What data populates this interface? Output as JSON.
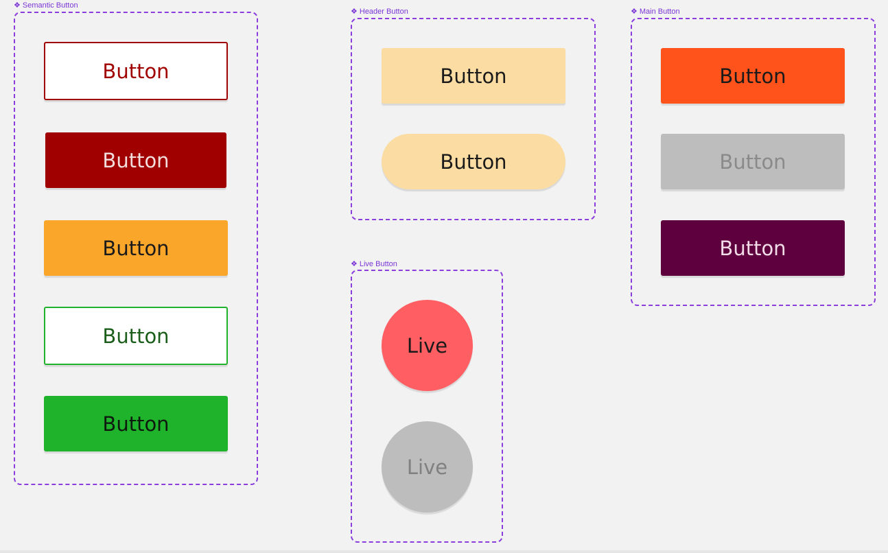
{
  "frames": {
    "semantic": {
      "label": "Semantic Button",
      "glyph": "❖"
    },
    "header": {
      "label": "Header Button",
      "glyph": "❖"
    },
    "main": {
      "label": "Main Button",
      "glyph": "❖"
    },
    "live": {
      "label": "Live Button",
      "glyph": "❖"
    }
  },
  "semantic_buttons": [
    {
      "label": "Button",
      "variant": "danger-outline",
      "bg": "#ffffff",
      "fg": "#a00000",
      "border": "#a00000"
    },
    {
      "label": "Button",
      "variant": "danger-filled",
      "bg": "#a00000",
      "fg": "#f3dede"
    },
    {
      "label": "Button",
      "variant": "warning-filled",
      "bg": "#f9a62b",
      "fg": "#1a1a1a"
    },
    {
      "label": "Button",
      "variant": "success-outline",
      "bg": "#ffffff",
      "fg": "#1b5e1b",
      "border": "#1fb32b"
    },
    {
      "label": "Button",
      "variant": "success-filled",
      "bg": "#1fb32b",
      "fg": "#0f1a0f"
    }
  ],
  "header_buttons": [
    {
      "label": "Button",
      "variant": "square",
      "bg": "#fbdda4",
      "fg": "#1a1a1a"
    },
    {
      "label": "Button",
      "variant": "pill",
      "bg": "#fbdda4",
      "fg": "#1a1a1a"
    }
  ],
  "main_buttons": [
    {
      "label": "Button",
      "variant": "primary",
      "bg": "#ff531b",
      "fg": "#1a1a1a"
    },
    {
      "label": "Button",
      "variant": "disabled",
      "bg": "#bdbdbd",
      "fg": "#8a8a8a"
    },
    {
      "label": "Button",
      "variant": "secondary",
      "bg": "#5e003d",
      "fg": "#f2dce8"
    }
  ],
  "live_buttons": [
    {
      "label": "Live",
      "variant": "active",
      "bg": "#ff5e63",
      "fg": "#1a1a1a"
    },
    {
      "label": "Live",
      "variant": "inactive",
      "bg": "#bdbdbd",
      "fg": "#808080"
    }
  ]
}
